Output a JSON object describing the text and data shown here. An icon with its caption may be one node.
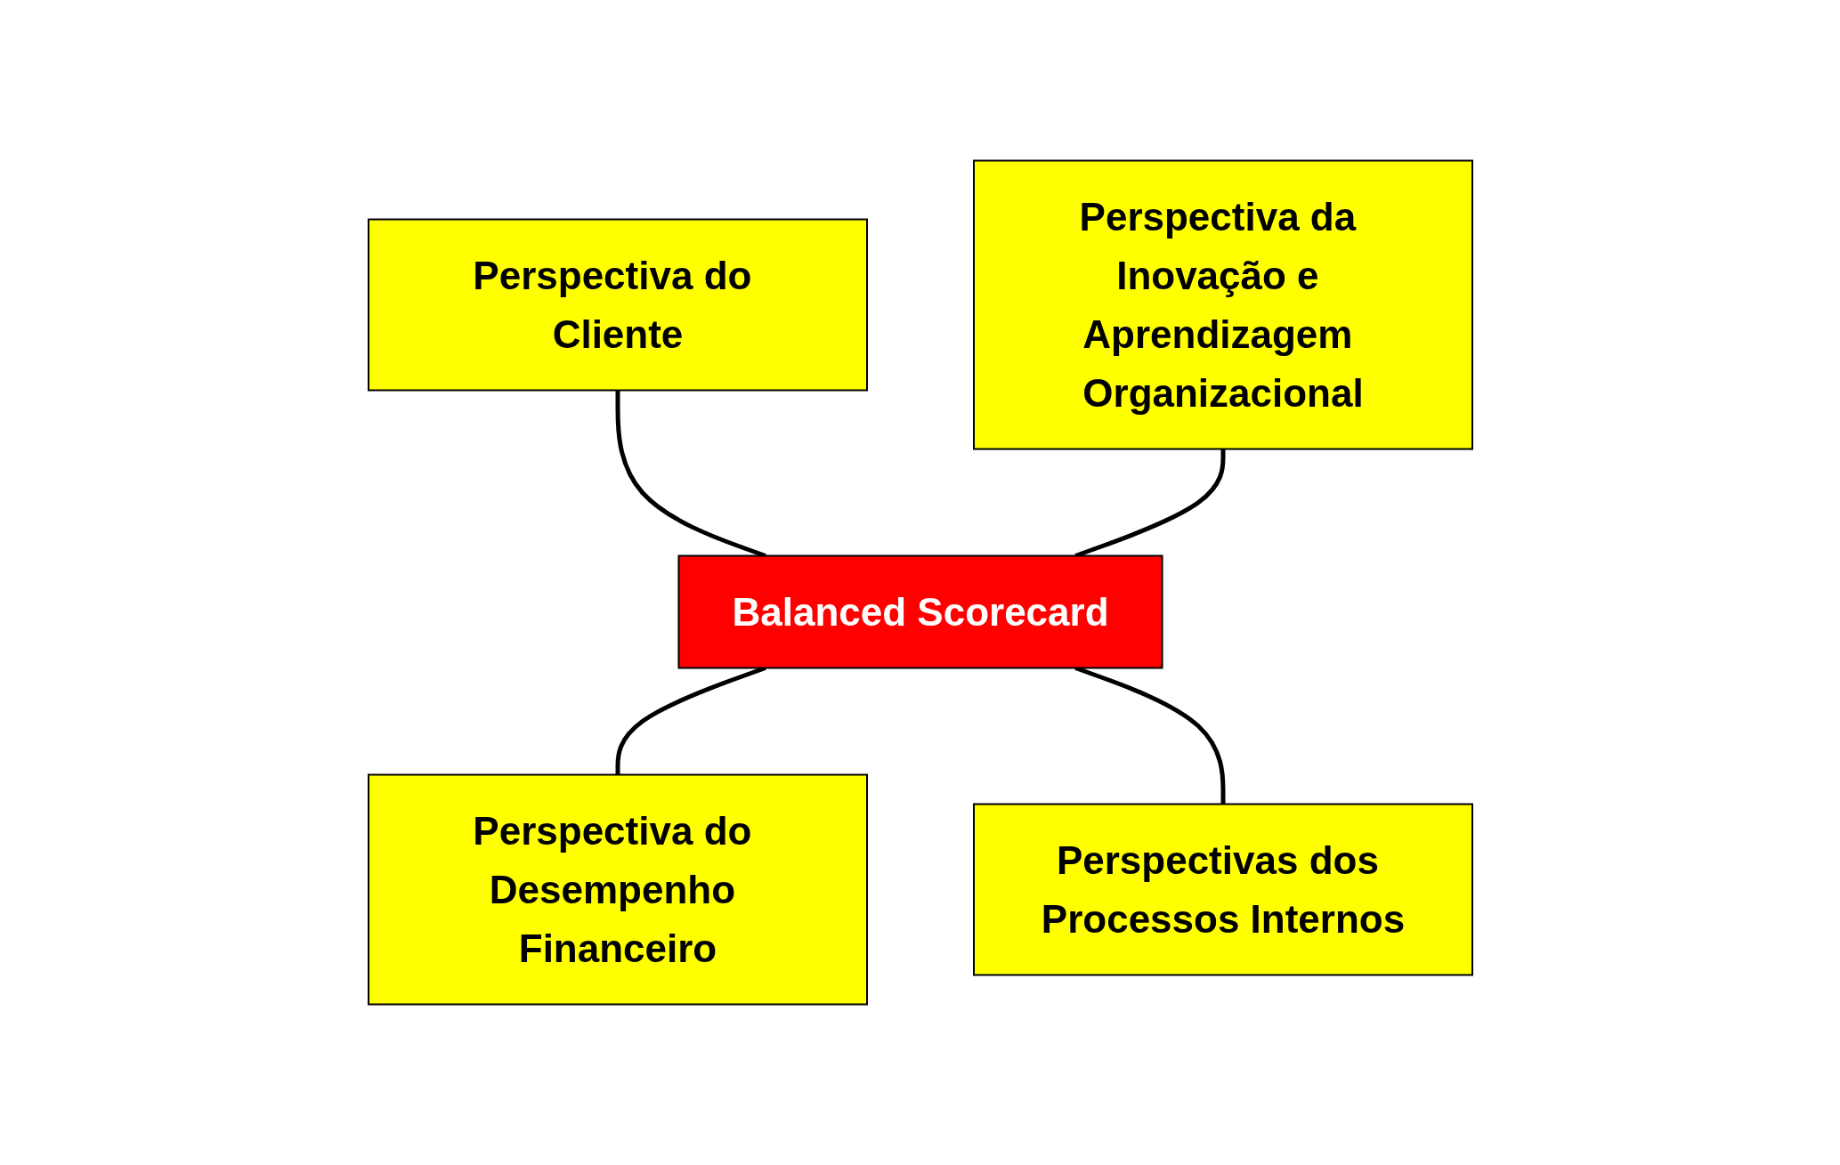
{
  "diagram": {
    "nodes": [
      {
        "text": [
          "Perspectiva do Cliente"
        ]
      },
      {
        "text": [
          "Perspectiva da Inovação e Aprendizagem Organizacional"
        ]
      },
      {
        "text": [
          "Balanced Scorecard"
        ]
      },
      {
        "text": [
          "Perspectiva do Desempenho Financeiro"
        ]
      },
      {
        "text": [
          "Perspectivas dos Processos Internos"
        ]
      }
    ],
    "edges": [
      {
        "from": 0,
        "to": 2,
        "arrow": "none"
      },
      {
        "from": 1,
        "to": 2,
        "arrow": "none"
      },
      {
        "from": 2,
        "to": 3,
        "arrow": "none"
      },
      {
        "from": 2,
        "to": 4,
        "arrow": "none"
      }
    ]
  }
}
